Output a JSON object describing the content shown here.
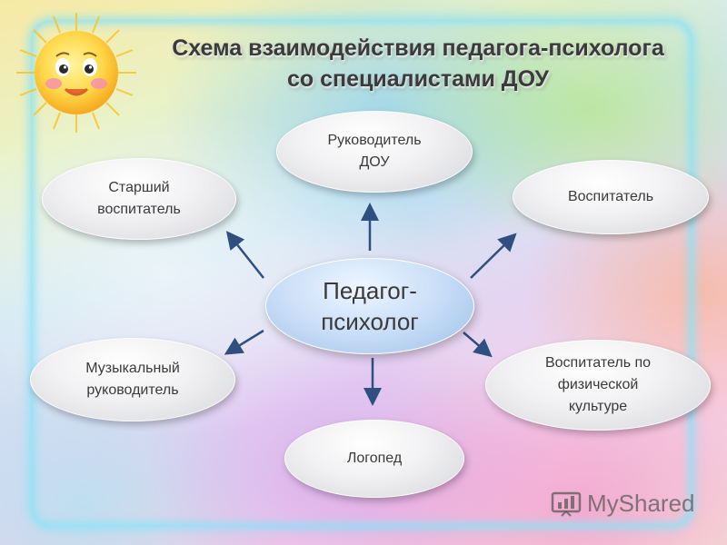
{
  "title": {
    "line1": "Схема взаимодействия педагога-психолога",
    "line2": "со специалистами ДОУ"
  },
  "center_node": "Педагог-\nпсихолог",
  "nodes": {
    "head": "Руководитель\nДОУ",
    "senior_teacher": "Старший\nвоспитатель",
    "teacher": "Воспитатель",
    "music_director": "Музыкальный\nруководитель",
    "pe_teacher": "Воспитатель по\nфизической\nкультуре",
    "speech_therapist": "Логопед"
  },
  "watermark": "MyShared",
  "colors": {
    "arrow": "#2f4f7f",
    "center_fill": "#c9def7",
    "node_fill": "#f1f1f3",
    "frame_glow": "#8ce1f5"
  },
  "icons": [
    "sun-icon",
    "myshared-logo-icon"
  ]
}
